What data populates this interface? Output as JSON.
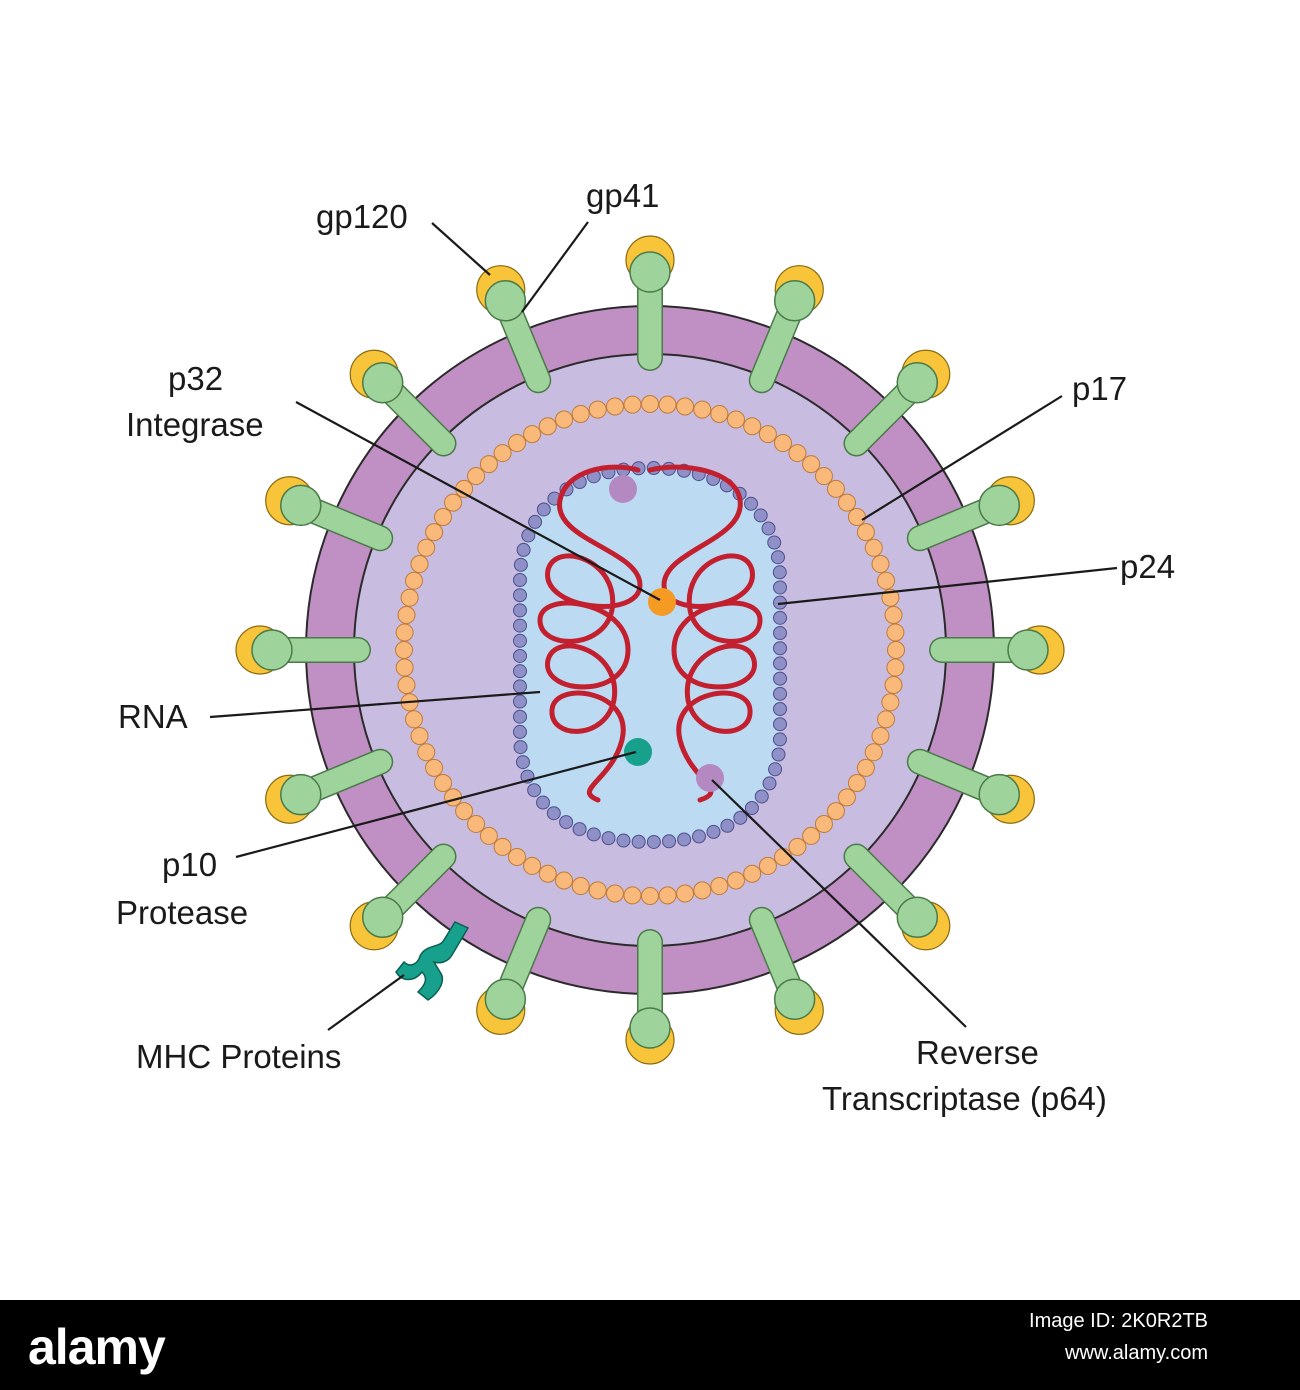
{
  "labels": {
    "gp120": "gp120",
    "gp41": "gp41",
    "p32_line1": "p32",
    "p32_line2": "Integrase",
    "p17": "p17",
    "p24": "p24",
    "rna": "RNA",
    "p10_line1": "p10",
    "p10_line2": "Protease",
    "mhc": "MHC Proteins",
    "rt_line1": "Reverse",
    "rt_line2": "Transcriptase (p64)"
  },
  "colors": {
    "envelope": "#c08fc4",
    "matrix": "#c8bce0",
    "capsid_interior": "#bcdaf2",
    "p17_beads": "#f8b97a",
    "p24_beads": "#8f90c8",
    "rna": "#c3202f",
    "spike_stem": "#9fd39c",
    "gp120_cap": "#f7c43a",
    "integrase": "#f59a23",
    "protease": "#17a08c",
    "reverse_transcriptase": "#b489c2",
    "mhc": "#17a08c"
  },
  "footer": {
    "logo": "alamy",
    "image_id": "Image ID: 2K0R2TB",
    "url": "www.alamy.com"
  }
}
